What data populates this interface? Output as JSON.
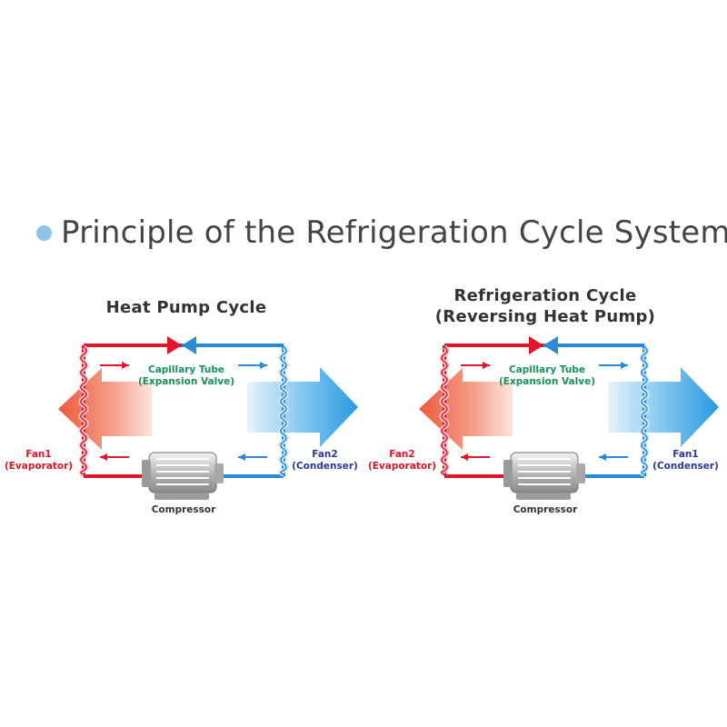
{
  "title": "Principle of the Refrigeration Cycle System",
  "colors": {
    "hot": "#e0162b",
    "cold": "#2a8ad4",
    "label_red": "#d4182b",
    "label_blue": "#283a8f",
    "label_green": "#15915a",
    "bullet": "#8ec3ea"
  },
  "diagrams": [
    {
      "title_lines": [
        "Heat Pump Cycle"
      ],
      "capillary": [
        "Capillary Tube",
        "(Expansion Valve)"
      ],
      "left_fan": [
        "Fan1",
        "(Evaporator)"
      ],
      "right_fan": [
        "Fan2",
        "(Condenser)"
      ],
      "compressor": "Compressor",
      "icons": [
        "warm-air-arrow-icon",
        "cool-air-arrow-icon",
        "compressor-icon",
        "coil-icon"
      ]
    },
    {
      "title_lines": [
        "Refrigeration Cycle",
        "(Reversing Heat Pump)"
      ],
      "capillary": [
        "Capillary Tube",
        "(Expansion Valve)"
      ],
      "left_fan": [
        "Fan2",
        "(Evaporator)"
      ],
      "right_fan": [
        "Fan1",
        "(Condenser)"
      ],
      "compressor": "Compressor",
      "icons": [
        "warm-air-arrow-icon",
        "cool-air-arrow-icon",
        "compressor-icon",
        "coil-icon"
      ]
    }
  ]
}
